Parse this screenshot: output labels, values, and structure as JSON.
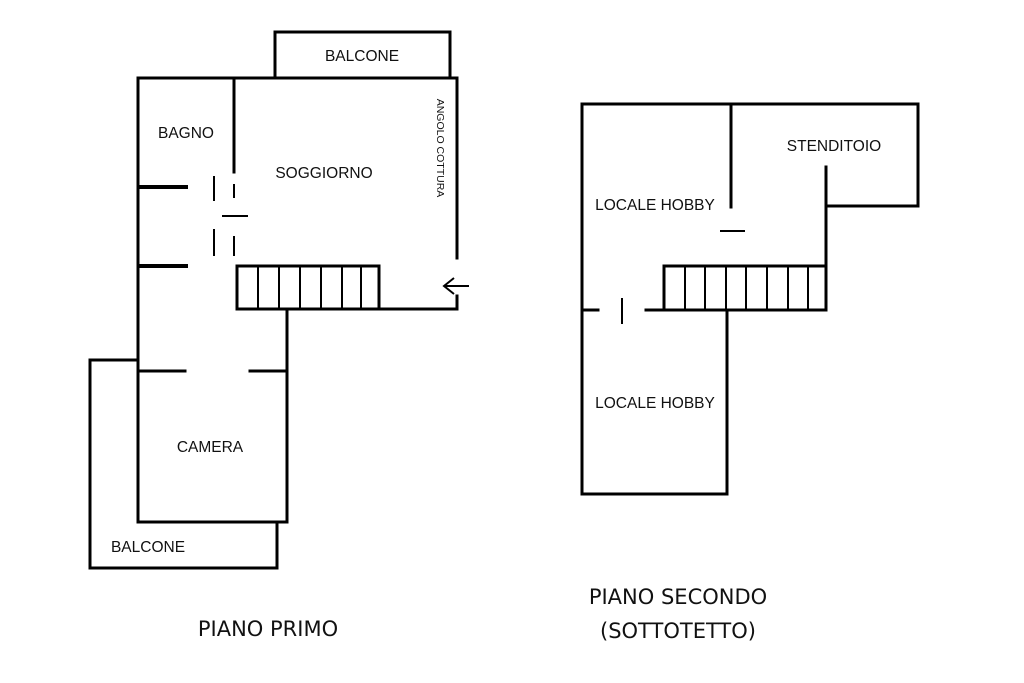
{
  "floors": [
    {
      "title_lines": [
        "PIANO PRIMO"
      ],
      "rooms": {
        "balcone_top": "BALCONE",
        "bagno": "BAGNO",
        "soggiorno": "SOGGIORNO",
        "angolo_cottura": "ANGOLO COTTURA",
        "camera": "CAMERA",
        "balcone_bottom": "BALCONE"
      }
    },
    {
      "title_lines": [
        "PIANO SECONDO",
        "(SOTTOTETTO)"
      ],
      "rooms": {
        "locale_hobby_top": "LOCALE HOBBY",
        "stenditoio": "STENDITOIO",
        "locale_hobby_bottom": "LOCALE HOBBY"
      }
    }
  ]
}
